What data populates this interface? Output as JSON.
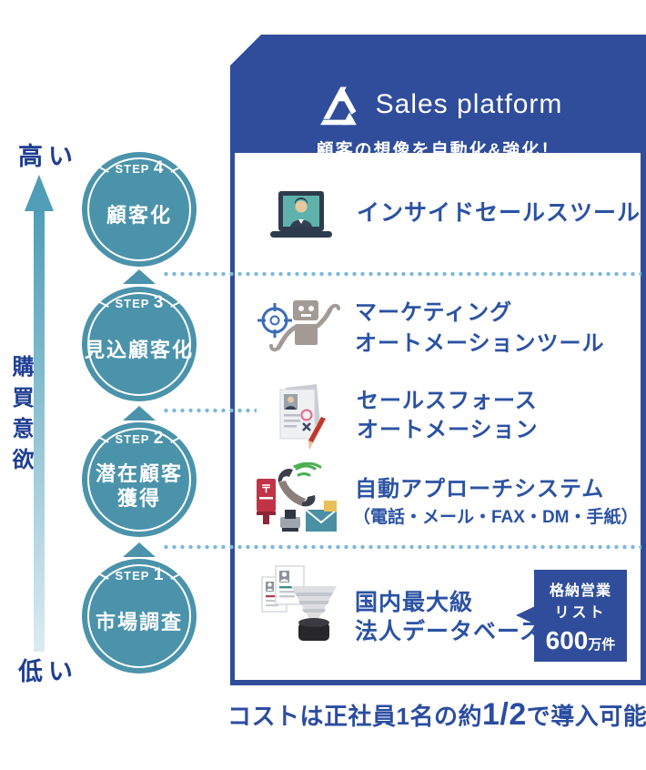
{
  "axis": {
    "high_label": "高い",
    "low_label": "低い",
    "axis_label": "購買意欲"
  },
  "steps": [
    {
      "word": "STEP",
      "num": "4",
      "line1": "顧客化",
      "line2": ""
    },
    {
      "word": "STEP",
      "num": "3",
      "line1": "見込顧客化",
      "line2": ""
    },
    {
      "word": "STEP",
      "num": "2",
      "line1": "潜在顧客",
      "line2": "獲得"
    },
    {
      "word": "STEP",
      "num": "1",
      "line1": "市場調査",
      "line2": ""
    }
  ],
  "panel": {
    "brand": "Sales platform",
    "tagline": "顧客の想像を自動化&強化！",
    "rows": [
      {
        "icon": "inside-sales-laptop-icon",
        "line1": "インサイドセールスツール",
        "line2": ""
      },
      {
        "icon": "marketing-robot-icon",
        "line1": "マーケティング",
        "line2": "オートメーションツール"
      },
      {
        "icon": "sfa-document-icon",
        "line1": "セールスフォース",
        "line2": "オートメーション"
      },
      {
        "icon": "approach-phone-mail-icon",
        "line1": "自動アプローチシステム",
        "line2": "（電話・メール・FAX・DM・手紙）"
      },
      {
        "icon": "database-funnel-icon",
        "line1": "国内最大級",
        "line2": "法人データベース"
      }
    ],
    "badge": {
      "line1": "格納営業",
      "line2": "リスト",
      "value": "600",
      "unit": "万件"
    }
  },
  "footer": {
    "prefix": "コストは正社員1名の約",
    "fraction": "1/2",
    "suffix": "で導入可能！"
  },
  "colors": {
    "panel_blue": "#2f4d9b",
    "circle_teal": "#4b93ab",
    "label_blue": "#2b52a3",
    "navy_text": "#1e3d92",
    "dot_blue": "#7cb9dc"
  }
}
